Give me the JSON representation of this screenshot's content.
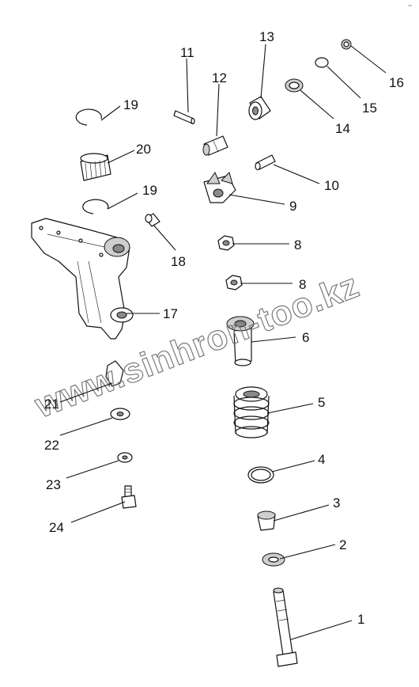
{
  "watermark": "www.sinhron-too.kz",
  "corner_mark": "~",
  "callouts": [
    {
      "id": "1",
      "label": "1"
    },
    {
      "id": "2",
      "label": "2"
    },
    {
      "id": "3",
      "label": "3"
    },
    {
      "id": "4",
      "label": "4"
    },
    {
      "id": "5",
      "label": "5"
    },
    {
      "id": "6",
      "label": "6"
    },
    {
      "id": "8a",
      "label": "8"
    },
    {
      "id": "8b",
      "label": "8"
    },
    {
      "id": "9",
      "label": "9"
    },
    {
      "id": "10",
      "label": "10"
    },
    {
      "id": "11",
      "label": "11"
    },
    {
      "id": "12",
      "label": "12"
    },
    {
      "id": "13",
      "label": "13"
    },
    {
      "id": "14",
      "label": "14"
    },
    {
      "id": "15",
      "label": "15"
    },
    {
      "id": "16",
      "label": "16"
    },
    {
      "id": "17",
      "label": "17"
    },
    {
      "id": "18",
      "label": "18"
    },
    {
      "id": "19a",
      "label": "19"
    },
    {
      "id": "19b",
      "label": "19"
    },
    {
      "id": "20",
      "label": "20"
    },
    {
      "id": "21",
      "label": "21"
    },
    {
      "id": "22",
      "label": "22"
    },
    {
      "id": "23",
      "label": "23"
    },
    {
      "id": "24",
      "label": "24"
    }
  ]
}
